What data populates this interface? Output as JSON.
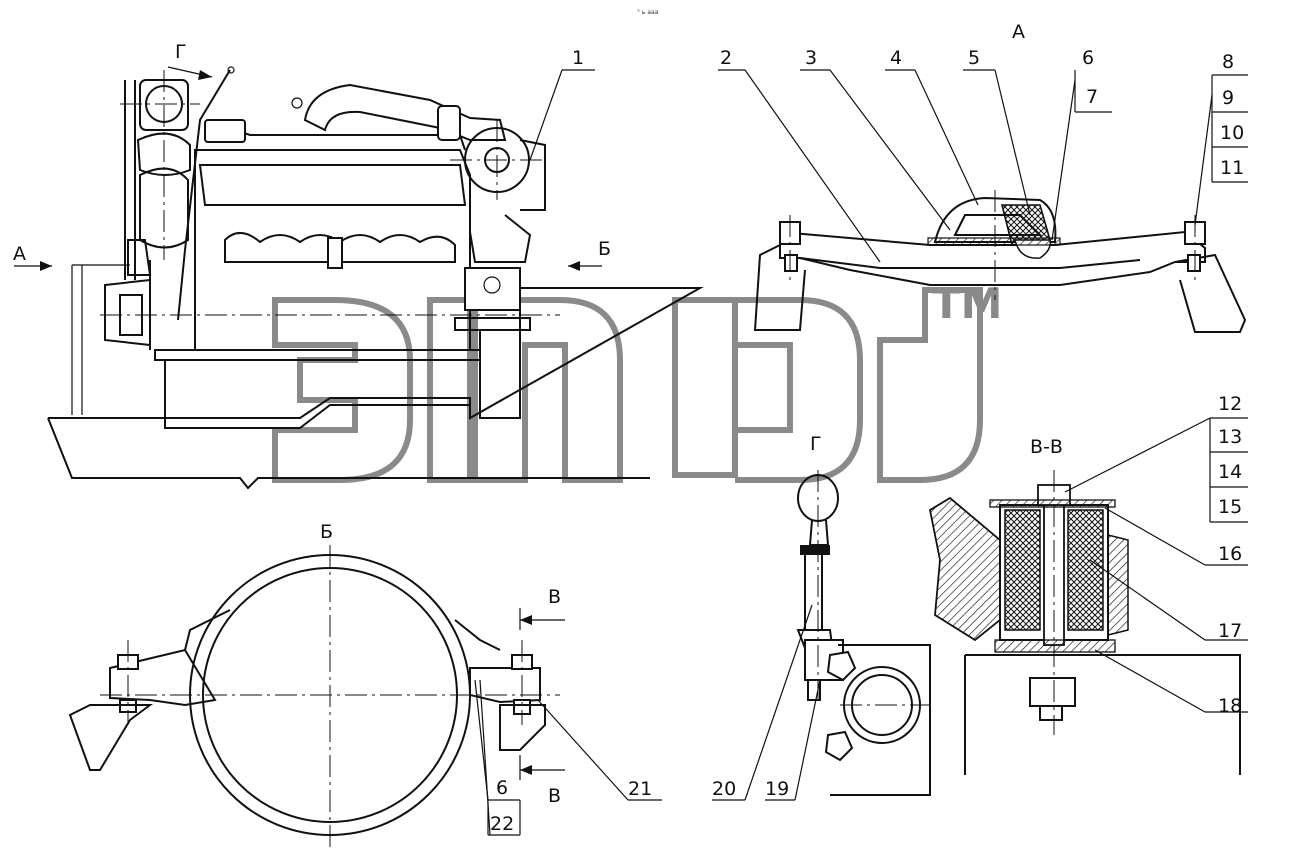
{
  "header": {
    "tiny_note": "° ь ааа"
  },
  "views": {
    "A": "А",
    "B": "Б",
    "G": "Г",
    "VV": "В-В",
    "V": "В"
  },
  "parts": [
    "1",
    "2",
    "3",
    "4",
    "5",
    "6",
    "7",
    "8",
    "9",
    "10",
    "11",
    "12",
    "13",
    "14",
    "15",
    "16",
    "17",
    "18",
    "19",
    "20",
    "21",
    "22"
  ],
  "watermark": {
    "trademark": "TM"
  }
}
